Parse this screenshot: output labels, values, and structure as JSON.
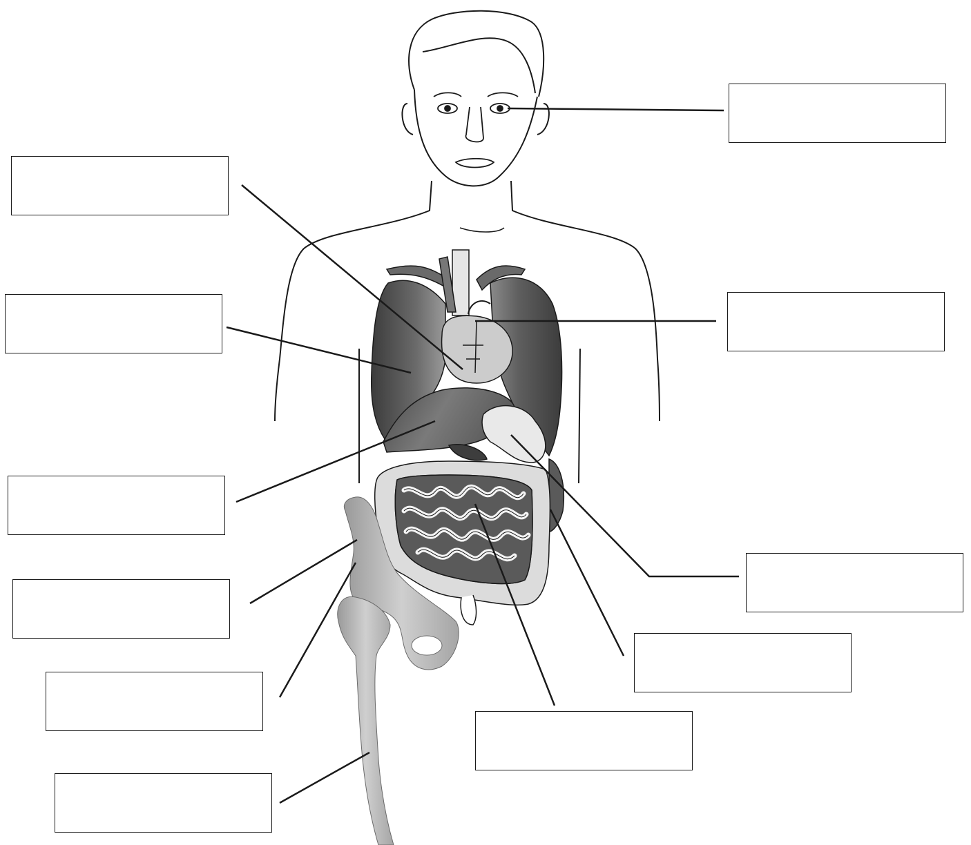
{
  "diagram": {
    "kind": "blank labeling worksheet",
    "colors": {
      "outline": "#1a1a1a",
      "organ_dark": "#555555",
      "organ_mid": "#8a8a8a",
      "organ_light": "#c9c9c9",
      "bone": "#b9b9b9",
      "bone_shadow": "#8e8e8e",
      "background": "#ffffff"
    },
    "labels": [
      {
        "id": "eye",
        "text": ""
      },
      {
        "id": "heart",
        "text": ""
      },
      {
        "id": "lung",
        "text": ""
      },
      {
        "id": "aorta",
        "text": ""
      },
      {
        "id": "liver",
        "text": ""
      },
      {
        "id": "stomach",
        "text": ""
      },
      {
        "id": "pelvis",
        "text": ""
      },
      {
        "id": "large-intestine",
        "text": ""
      },
      {
        "id": "hip-joint",
        "text": ""
      },
      {
        "id": "small-intestine",
        "text": ""
      },
      {
        "id": "femur",
        "text": ""
      }
    ]
  }
}
